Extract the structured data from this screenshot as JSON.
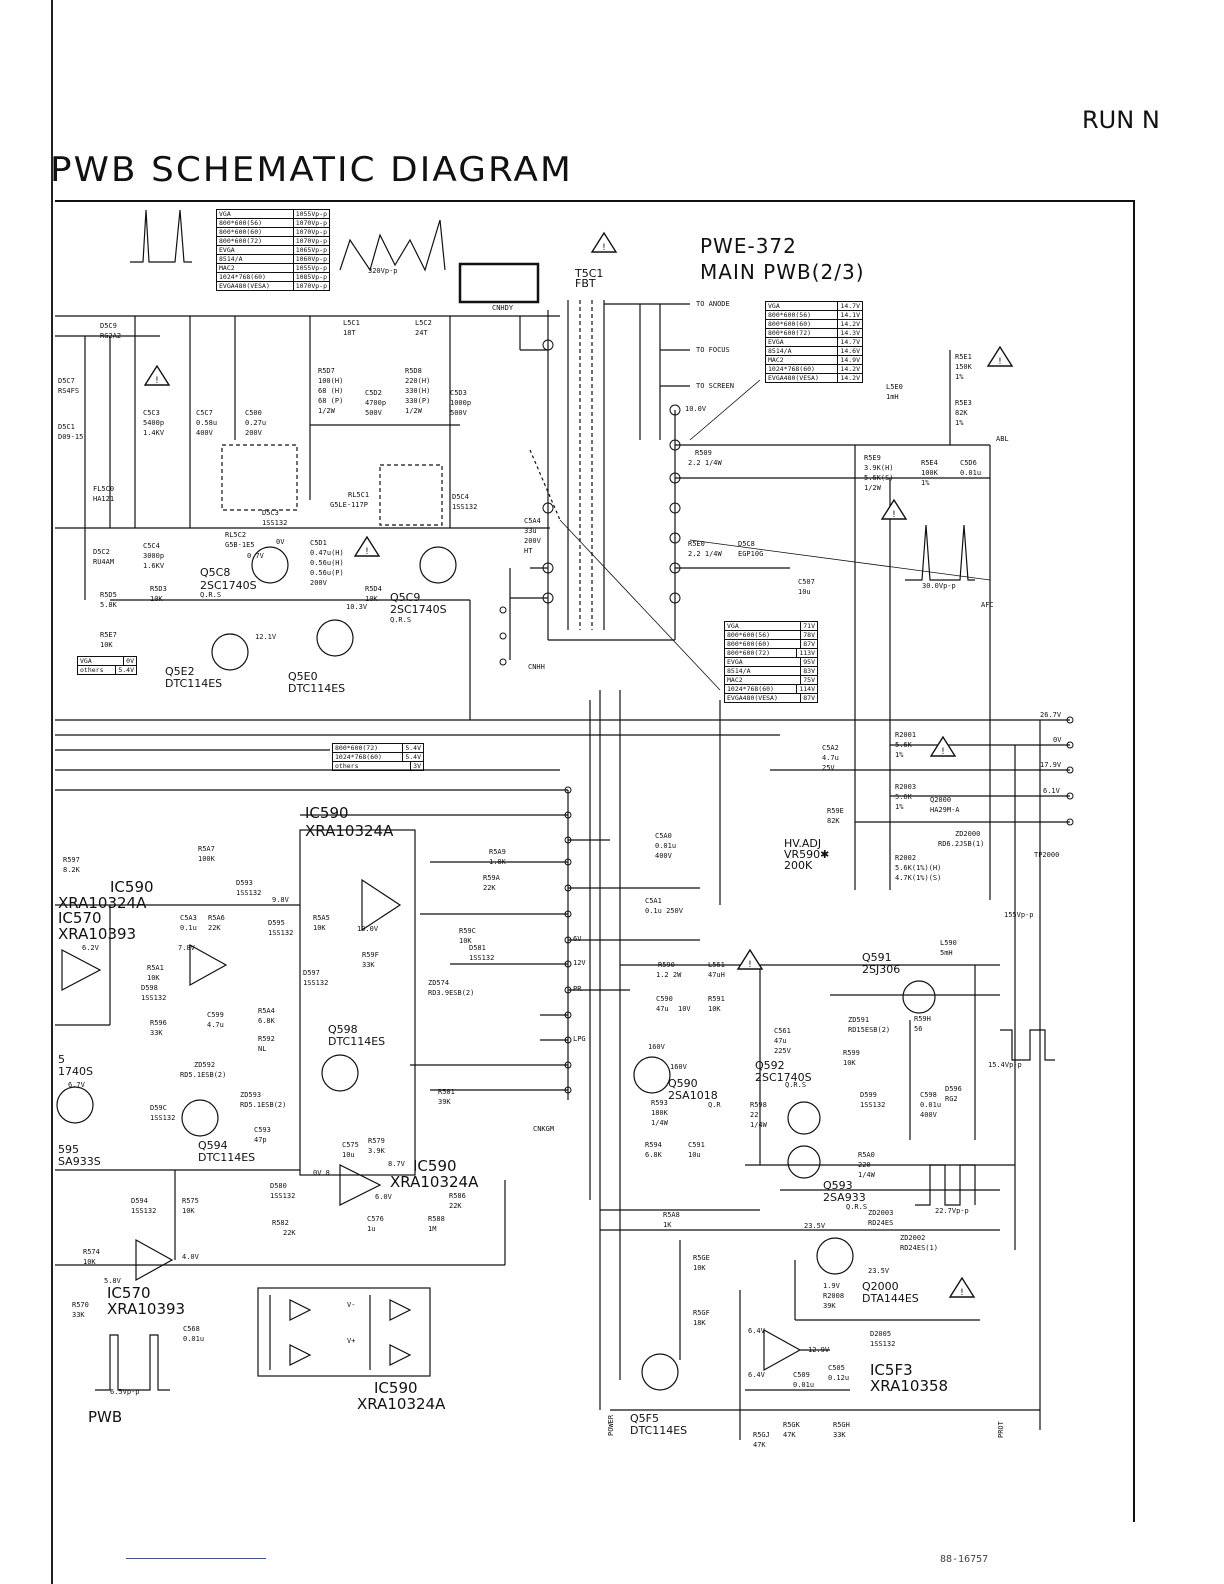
{
  "page": {
    "title": "PWB SCHEMATIC DIAGRAM",
    "run_text": "RUN N",
    "corner_mark": "88-16757"
  },
  "board": {
    "name": "PWE-372",
    "subtitle": "MAIN PWB(2/3)",
    "pwb_tag": "PWB"
  },
  "tables": {
    "hv_pulse": [
      [
        "VGA",
        "1055Vp-p"
      ],
      [
        "800*600(56)",
        "1070Vp-p"
      ],
      [
        "800*600(60)",
        "1070Vp-p"
      ],
      [
        "800*600(72)",
        "1070Vp-p"
      ],
      [
        "EVGA",
        "1065Vp-p"
      ],
      [
        "8514/A",
        "1060Vp-p"
      ],
      [
        "MAC2",
        "1055Vp-p"
      ],
      [
        "1024*768(60)",
        "1085Vp-p"
      ],
      [
        "EVGA480(VESA)",
        "1070Vp-p"
      ]
    ],
    "fbt_voltage": [
      [
        "VGA",
        "14.7V"
      ],
      [
        "800*600(56)",
        "14.1V"
      ],
      [
        "800*600(60)",
        "14.2V"
      ],
      [
        "800*600(72)",
        "14.3V"
      ],
      [
        "EVGA",
        "14.7V"
      ],
      [
        "8514/A",
        "14.6V"
      ],
      [
        "MAC2",
        "14.9V"
      ],
      [
        "1024*768(60)",
        "14.2V"
      ],
      [
        "EVGA480(VESA)",
        "14.2V"
      ]
    ],
    "cnhh_voltage": [
      [
        "VGA",
        "71V"
      ],
      [
        "800*600(56)",
        "78V"
      ],
      [
        "800*600(60)",
        "87V"
      ],
      [
        "800*600(72)",
        "113V"
      ],
      [
        "EVGA",
        "95V"
      ],
      [
        "8514/A",
        "83V"
      ],
      [
        "MAC2",
        "75V"
      ],
      [
        "1024*768(60)",
        "114V"
      ],
      [
        "EVGA480(VESA)",
        "87V"
      ]
    ],
    "q5e2": [
      [
        "VGA",
        "0V"
      ],
      [
        "others",
        "5.4V"
      ]
    ],
    "mode_volt": [
      [
        "800*600(72)",
        "5.4V"
      ],
      [
        "1024*768(60)",
        "5.4V"
      ],
      [
        "others",
        "3V"
      ]
    ]
  },
  "labels": {
    "t5c1": "T5C1",
    "fbt": "FBT",
    "cnhdy": "CNHDY",
    "cnhh": "CNHH",
    "cnkgm": "CNKGM",
    "to_anode": "TO ANODE",
    "to_focus": "TO FOCUS",
    "to_screen": "TO SCREEN",
    "l5c1": "L5C1",
    "l5c1_val": "18T",
    "l5c2": "L5C2",
    "l5c2_val": "24T",
    "pulse_320": "320Vp-p",
    "d5c9": "D5C9",
    "d5c9_val": "RG2A2",
    "c5c3": "C5C3",
    "c5c3_val": "5400p",
    "c5c3_v": "1.4KV",
    "c5c7": "C5C7",
    "c5c7_val": "0.58u",
    "c5c7_v": "400V",
    "c500": "C500",
    "c500_val": "0.27u",
    "c500_v": "200V",
    "r5d7": "R5D7",
    "r5d7_val": "100(H)",
    "r5d7_a": "68 (H)",
    "r5d7_b": "68 (P)",
    "r5d7_w": "1/2W",
    "c5d2": "C5D2",
    "c5d2_val": "4700p",
    "c5d2_v": "500V",
    "r5d8": "R5D8",
    "r5d8_val": "220(H)",
    "r5d8_a": "330(H)",
    "r5d8_b": "330(P)",
    "r5d8_w": "1/2W",
    "c5d3": "C5D3",
    "c5d3_val": "1000p",
    "c5d3_v": "500V",
    "rl5c1": "RL5C1",
    "rl5c1_val": "G5LE-117P",
    "rl5c2": "RL5C2",
    "rl5c2_val": "G5B-1E5",
    "d5c3": "D5C3",
    "d5c3_val": "1SS132",
    "d5c4": "D5C4",
    "d5c4_val": "1SS132",
    "fl5c0": "FL5C0",
    "fl5c0_val": "HA121",
    "d5c2": "D5C2",
    "d5c2_val": "RU4AM",
    "c5c4": "C5C4",
    "c5c4_val": "3000p",
    "c5c4_v": "1.6KV",
    "d5c7": "D5C7",
    "d5c7_val": "RS4FS",
    "d5c1": "D5C1",
    "d5c1_val": "D09-15",
    "c5d1": "C5D1",
    "c5d1_a": "0.47u(H)",
    "c5d1_b": "0.56u(H)",
    "c5d1_c": "0.56u(P)",
    "c5d1_v": "200V",
    "q5c8": "Q5C8",
    "q5c8_type": "2SC1740S",
    "q5c8_rank": "Q.R.S",
    "q5c9": "Q5C9",
    "q5c9_type": "2SC1740S",
    "q5c9_rank": "Q.R.S",
    "r5d3": "R5D3",
    "r5d3_val": "10K",
    "r5d4": "R5D4",
    "r5d4_val": "10K",
    "r5d5": "R5D5",
    "r5d5_val": "5.8K",
    "r5e7": "R5E7",
    "r5e7_val": "10K",
    "q5e2": "Q5E2",
    "q5e2_type": "DTC114ES",
    "q5e0": "Q5E0",
    "q5e0_type": "DTC114ES",
    "v_07": "0.7V",
    "v_0": "0V",
    "v_121": "12.1V",
    "v_103": "10.3V",
    "c5a4": "C5A4",
    "c5a4_val": "33u",
    "c5a4_v": "200V",
    "c5a4_t": "HT",
    "r509": "R509",
    "r509_val": "2.2 1/4W",
    "r5e0": "R5E0",
    "r5e0_val": "2.2 1/4W",
    "d5c8": "D5C8",
    "d5c8_val": "EGP10G",
    "c507": "C507",
    "c507_val": "10u",
    "v_100": "10.0V",
    "l5e0": "L5E0",
    "l5e0_val": "1mH",
    "r5e1": "R5E1",
    "r5e1_val": "150K",
    "r5e1_t": "1%",
    "r5e3": "R5E3",
    "r5e3_val": "82K",
    "r5e3_t": "1%",
    "abl": "ABL",
    "r5e9": "R5E9",
    "r5e9_a": "3.9K(H)",
    "r5e9_b": "5.6K(S)",
    "r5e9_w": "1/2W",
    "r5e4": "R5E4",
    "r5e4_val": "100K",
    "r5e4_t": "1%",
    "c5d6": "C5D6",
    "c5d6_val": "0.01u",
    "afc": "AFC",
    "pulse_30": "30.0Vp-p",
    "c5a2": "C5A2",
    "c5a2_val": "4.7u",
    "c5a2_v": "25V",
    "r2001": "R2001",
    "r2001_val": "5.6K",
    "r2001_t": "1%",
    "r2003": "R2003",
    "r2003_val": "5.6K",
    "r2003_t": "1%",
    "r2002": "R2002",
    "r2002_a": "5.6K(1%)(H)",
    "r2002_b": "4.7K(1%)(S)",
    "q2000_d": "Q2000",
    "q2000_d_type": "HA29M-A",
    "zd2000": "ZD2000",
    "zd2000_val": "RD6.2JSB(1)",
    "r59e": "R59E",
    "r59e_val": "82K",
    "hv_adj": "HV.ADJ",
    "vr590": "VR590✱",
    "vr590_val": "200K",
    "tp2000": "TP2000",
    "conn_v1": "26.7V",
    "conn_v2": "0V",
    "conn_v3": "17.9V",
    "conn_v4": "6.1V",
    "pulse_155": "155Vp-p",
    "ic590": "IC590",
    "ic590_type": "XRA10324A",
    "ic570": "IC570",
    "ic570_type": "XRA10393",
    "r597": "R597",
    "r597_val": "8.2K",
    "r5a7": "R5A7",
    "r5a7_val": "100K",
    "d593": "D593",
    "d593_val": "1SS132",
    "v_98": "9.8V",
    "v_100b": "10.0V",
    "c5a3": "C5A3",
    "c5a3_val": "0.1u",
    "r5a6": "R5A6",
    "r5a6_val": "22K",
    "d595": "D595",
    "d595_val": "1SS132",
    "r5a5": "R5A5",
    "r5a5_val": "10K",
    "r5a9": "R5A9",
    "r5a9_val": "1.8K",
    "r59a": "R59A",
    "r59a_val": "22K",
    "r59c": "R59C",
    "r59c_val": "10K",
    "r59f": "R59F",
    "r59f_val": "33K",
    "c5a0": "C5A0",
    "c5a0_val": "0.01u",
    "c5a0_v": "400V",
    "c5a1": "C5A1",
    "c5a1_val": "0.1u 250V",
    "d581": "D581",
    "d581_val": "1SS132",
    "zd574": "ZD574",
    "zd574_val": "RD3.9ESB(2)",
    "d597": "D597",
    "d597_val": "1SS132",
    "v_62": "6.2V",
    "v_78": "7.8V",
    "r5a1": "R5A1",
    "r5a1_val": "10K",
    "d598": "D598",
    "d598_val": "1SS132",
    "c599": "C599",
    "c599_val": "4.7u",
    "r5a4": "R5A4",
    "r5a4_val": "6.8K",
    "r592": "R592",
    "r592_val": "NL",
    "r596": "R596",
    "r596_val": "33K",
    "zd592": "ZD592",
    "zd592_val": "RD5.1ESB(2)",
    "zd593": "ZD593",
    "zd593_val": "RD5.1ESB(2)",
    "q598": "Q598",
    "q598_type": "DTC114ES",
    "r581": "R581",
    "r581_val": "39K",
    "c593": "C593",
    "c593_val": "47p",
    "q594": "Q594",
    "q594_type": "DTC114ES",
    "d59c": "D59C",
    "d59c_val": "1SS132",
    "c575": "C575",
    "c575_val": "10u",
    "r579": "R579",
    "r579_val": "3.9K",
    "v_87": "8.7V",
    "v_67": "6.7V",
    "q5_left": "5",
    "q5_left_type": "1740S",
    "q595": "595",
    "q595_type": "SA933S",
    "d580": "D580",
    "d580_val": "1SS132",
    "r582": "R582",
    "r582_val": "22K",
    "c576": "C576",
    "c576_val": "1u",
    "r586": "R586",
    "r586_val": "22K",
    "r588": "R588",
    "r588_val": "1M",
    "v_08": "0V 8",
    "v_60": "6.0V",
    "d594": "D594",
    "d594_val": "1SS132",
    "r575": "R575",
    "r575_val": "10K",
    "r574": "R574",
    "r574_val": "10K",
    "v_40": "4.0V",
    "v_58": "5.8V",
    "r570": "R570",
    "r570_val": "33K",
    "c568": "C568",
    "c568_val": "0.01u",
    "pulse_65": "6.5Vp-p",
    "cn_6v": "6V",
    "cn_12v": "12V",
    "cn_pr": "PR",
    "cn_lpg": "LPG",
    "r590": "R590",
    "r590_val": "1.2 2W",
    "l561": "L561",
    "l561_val": "47uH",
    "c590": "C590",
    "c590_val": "47u",
    "c590_v": "10V",
    "r591": "R591",
    "r591_val": "10K",
    "c561": "C561",
    "c561_val": "47u",
    "c561_v": "225V",
    "v_160a": "160V",
    "v_160b": "160V",
    "q590": "Q590",
    "q590_type": "2SA1018",
    "q590_rank": "Q.R",
    "r593": "R593",
    "r593_val": "180K",
    "r593_w": "1/4W",
    "r594": "R594",
    "r594_val": "6.8K",
    "c591": "C591",
    "c591_val": "10u",
    "q591": "Q591",
    "q591_type": "2SJ306",
    "l590": "L590",
    "l590_val": "5mH",
    "zd591": "ZD591",
    "zd591_val": "RD15ESB(2)",
    "r599": "R599",
    "r599_val": "10K",
    "r59h": "R59H",
    "r59h_val": "56",
    "q592": "Q592",
    "q592_type": "2SC1740S",
    "q592_rank": "Q.R.S",
    "r598": "R598",
    "r598_val": "22",
    "r598_w": "1/4W",
    "d599": "D599",
    "d599_val": "1SS132",
    "c598": "C598",
    "c598_val": "0.01u",
    "c598_v": "400V",
    "d596": "D596",
    "d596_val": "RG2",
    "r5a0": "R5A0",
    "r5a0_val": "220",
    "r5a0_w": "1/4W",
    "q593": "Q593",
    "q593_type": "2SA933",
    "q593_rank": "Q.R.S",
    "pulse_15": "15.4Vp-p",
    "pulse_22": "22.7Vp-p",
    "r5a8": "R5A8",
    "r5a8_val": "1K",
    "r5ge": "R5GE",
    "r5ge_val": "10K",
    "r5gf": "R5GF",
    "r5gf_val": "18K",
    "zd2003": "ZD2003",
    "zd2003_val": "RD24ES",
    "zd2002": "ZD2002",
    "zd2002_val": "RD24ES(1)",
    "v_235a": "23.5V",
    "v_235b": "23.5V",
    "v_19": "1.9V",
    "r2008": "R2008",
    "r2008_val": "39K",
    "q2000": "Q2000",
    "q2000_type": "DTA144ES",
    "d2005": "D2005",
    "d2005_val": "1SS132",
    "ic5f3": "IC5F3",
    "ic5f3_type": "XRA10358",
    "v_64a": "6.4V",
    "v_64b": "6.4V",
    "v_129": "12.9V",
    "c505": "C505",
    "c505_val": "0.12u",
    "c509": "C509",
    "c509_val": "0.01u",
    "r5gj": "R5GJ",
    "r5gj_val": "47K",
    "r5gk": "R5GK",
    "r5gk_val": "47K",
    "r5gh": "R5GH",
    "r5gh_val": "33K",
    "q5f5": "Q5F5",
    "q5f5_type": "DTC114ES",
    "power": "POWER",
    "prot": "PROT",
    "v_vm": "V-",
    "v_vp": "V+"
  }
}
